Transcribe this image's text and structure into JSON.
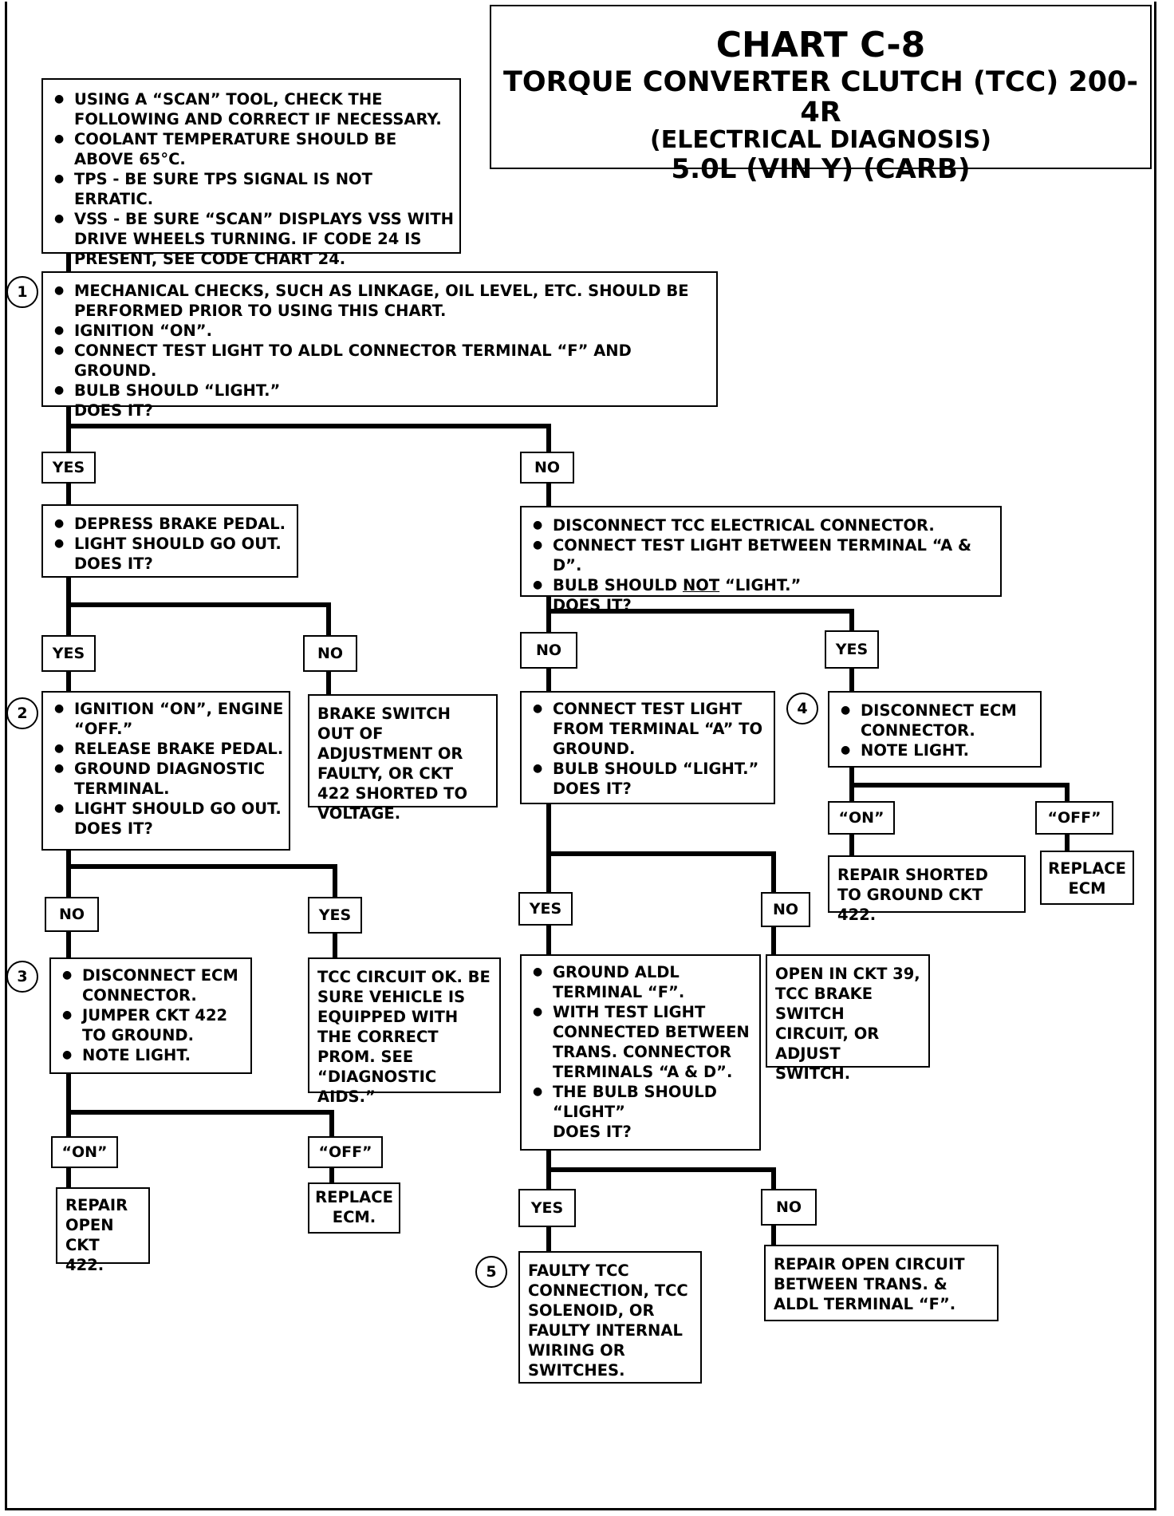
{
  "title": {
    "chart": "CHART C-8",
    "subtitle": "TORQUE CONVERTER CLUTCH (TCC)  200-4R",
    "diagnosis": "(ELECTRICAL DIAGNOSIS)",
    "engine": "5.0L  (VIN Y)  (CARB)"
  },
  "nodes": {
    "scan": [
      "USING A “SCAN” TOOL, CHECK THE FOLLOWING AND CORRECT IF NECESSARY.",
      "COOLANT TEMPERATURE SHOULD BE ABOVE 65°C.",
      "TPS - BE SURE TPS SIGNAL IS NOT ERRATIC.",
      "VSS - BE SURE “SCAN” DISPLAYS VSS WITH DRIVE WHEELS TURNING.  IF CODE 24 IS PRESENT,  SEE CODE CHART 24."
    ],
    "step1": [
      "MECHANICAL CHECKS, SUCH AS LINKAGE, OIL LEVEL, ETC. SHOULD BE PERFORMED PRIOR TO USING THIS CHART.",
      "IGNITION  “ON”.",
      "CONNECT TEST LIGHT TO ALDL CONNECTOR TERMINAL “F” AND GROUND.",
      "BULB SHOULD “LIGHT.”"
    ],
    "step1_q": "DOES IT?",
    "brake": [
      "DEPRESS BRAKE PEDAL.",
      "LIGHT SHOULD GO OUT."
    ],
    "brake_q": "DOES IT?",
    "disc_tcc_1": "DISCONNECT TCC ELECTRICAL CONNECTOR.",
    "disc_tcc_2": "CONNECT TEST LIGHT BETWEEN TERMINAL “A & D”.",
    "disc_tcc_3a": "BULB SHOULD ",
    "disc_tcc_3b": "NOT",
    "disc_tcc_3c": " “LIGHT.”",
    "disc_tcc_q": "DOES IT?",
    "step2": [
      "IGNITION “ON”, ENGINE “OFF.”",
      "RELEASE BRAKE PEDAL.",
      "GROUND DIAGNOSTIC TERMINAL.",
      "LIGHT SHOULD GO OUT."
    ],
    "step2_q": "DOES IT?",
    "brake_switch": "BRAKE SWITCH OUT OF ADJUSTMENT OR FAULTY, OR CKT 422 SHORTED TO VOLTAGE.",
    "connect_a": [
      "CONNECT TEST LIGHT FROM TERMINAL “A” TO GROUND.",
      "BULB SHOULD “LIGHT.”"
    ],
    "connect_a_q": "DOES IT?",
    "step4": [
      "DISCONNECT ECM CONNECTOR.",
      "NOTE LIGHT."
    ],
    "repair_422_ground": "REPAIR SHORTED TO GROUND CKT 422.",
    "replace_ecm_right": "REPLACE ECM",
    "step3": [
      "DISCONNECT ECM CONNECTOR.",
      "JUMPER CKT 422 TO GROUND.",
      "NOTE LIGHT."
    ],
    "tcc_ok": "TCC CIRCUIT OK. BE SURE VEHICLE IS EQUIPPED WITH THE CORRECT PROM. SEE “DIAGNOSTIC AIDS.”",
    "ground_aldl": [
      "GROUND ALDL TERMINAL “F”.",
      "WITH TEST LIGHT CONNECTED BETWEEN TRANS. CONNECTOR TERMINALS “A & D”.",
      "THE BULB SHOULD “LIGHT”"
    ],
    "ground_aldl_q": "DOES IT?",
    "open_ckt39": "OPEN IN CKT 39, TCC BRAKE SWITCH CIRCUIT, OR ADJUST SWITCH.",
    "repair_open_422": "REPAIR OPEN CKT 422.",
    "replace_ecm_left": "REPLACE ECM.",
    "faulty_tcc": "FAULTY TCC CONNECTION, TCC SOLENOID, OR FAULTY INTERNAL WIRING OR SWITCHES.",
    "repair_open_trans": "REPAIR OPEN CIRCUIT BETWEEN TRANS. & ALDL TERMINAL “F”."
  },
  "labels": {
    "yes": "YES",
    "no": "NO",
    "on": "“ON”",
    "off": "“OFF”"
  },
  "steps": [
    "1",
    "2",
    "3",
    "4",
    "5"
  ]
}
